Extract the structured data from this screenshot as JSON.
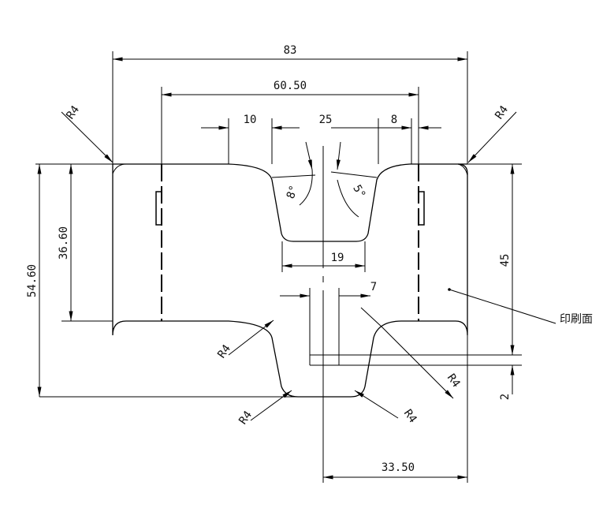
{
  "dimensions": {
    "overall_width": "83",
    "inner_width": "60.50",
    "left_step": "10",
    "groove_top": "25",
    "right_step": "8",
    "groove_bottom": "19",
    "slot_width": "7",
    "overall_height": "54.60",
    "flange_height": "36.60",
    "right_height": "45",
    "thickness": "2",
    "half_width": "33.50",
    "angle_left": "8°",
    "angle_right": "5°",
    "radius_top_left": "R4",
    "radius_top_right": "R4",
    "radius_lower_left": "R4",
    "radius_bottom_left": "R4",
    "radius_lower_right": "R4",
    "radius_bottom_right": "R4"
  },
  "annotations": {
    "print_surface": "印刷面"
  }
}
